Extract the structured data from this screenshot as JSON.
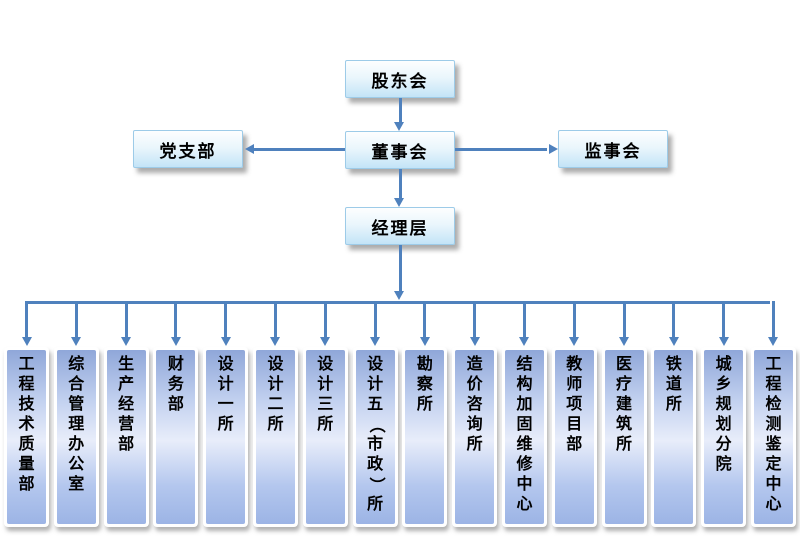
{
  "org_chart": {
    "nodes": {
      "shareholders": "股东会",
      "party_branch": "党支部",
      "board": "董事会",
      "supervisory": "监事会",
      "management": "经理层"
    },
    "departments": [
      "工程技术质量部",
      "综合管理办公室",
      "生产经营部",
      "财务部",
      "设计一所",
      "设计二所",
      "设计三所",
      "设计五（市政）所",
      "勘察所",
      "造价咨询所",
      "结构加固维修中心",
      "教师项目部",
      "医疗建筑所",
      "铁道所",
      "城乡规划分院",
      "工程检测鉴定中心"
    ],
    "colors": {
      "connector": "#4f81bd",
      "top_box_gradient_start": "#fdfeff",
      "top_box_gradient_end": "#c3e4f7",
      "column_gradient_top": "#8fa7d9",
      "column_gradient_middle": "#e8edfa",
      "column_gradient_bottom": "#9cb4e5"
    }
  }
}
